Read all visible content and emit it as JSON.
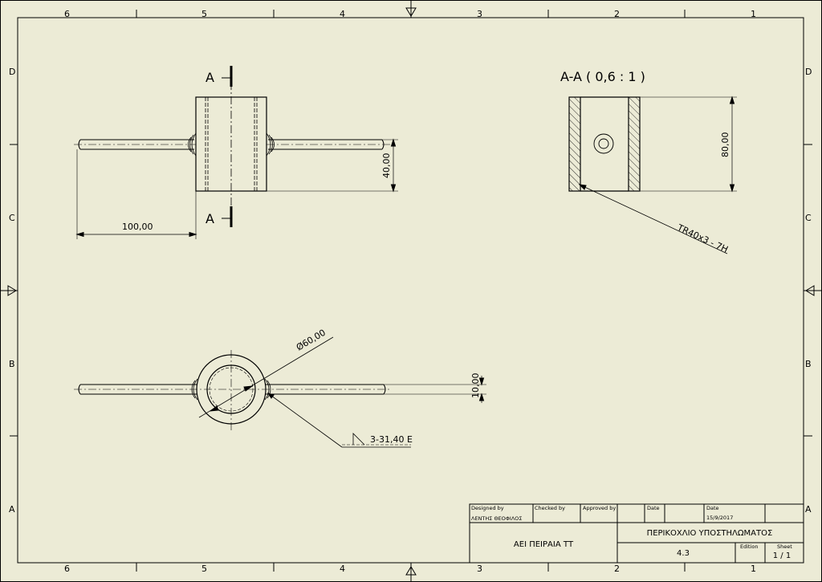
{
  "zones": {
    "columns": [
      "6",
      "5",
      "4",
      "3",
      "2",
      "1"
    ],
    "rows": [
      "D",
      "C",
      "B",
      "A"
    ]
  },
  "section_markers": {
    "top": "A",
    "bottom": "A",
    "view_title": "A-A ( 0,6 : 1 )"
  },
  "dimensions": {
    "length": "100,00",
    "height": "40,00",
    "section_height": "80,00",
    "thread_callout": "TR40x3 - 7H",
    "diameter": "Ø60,00",
    "rod_diameter": "10,00",
    "weld_symbol": "3-31,40 E"
  },
  "title_block": {
    "designed_by_label": "Designed by",
    "designed_by": "ΛΕΝΤΗΣ ΘΕΟΦΙΛΟΣ",
    "checked_by_label": "Checked by",
    "approved_by_label": "Approved by",
    "date_label_1": "Date",
    "date_label_2": "Date",
    "date": "15/9/2017",
    "institution": "ΑΕΙ ΠΕΙΡΑΙΑ ΤΤ",
    "drawing_title": "ΠΕΡΙΚΟΧΛΙΟ ΥΠΟΣΤΗΛΩΜΑΤΟΣ",
    "drawing_number": "4.3",
    "edition_label": "Edition",
    "sheet_label": "Sheet",
    "sheet": "1 / 1"
  },
  "colors": {
    "paper": "#ecebd6",
    "line": "#000000"
  }
}
